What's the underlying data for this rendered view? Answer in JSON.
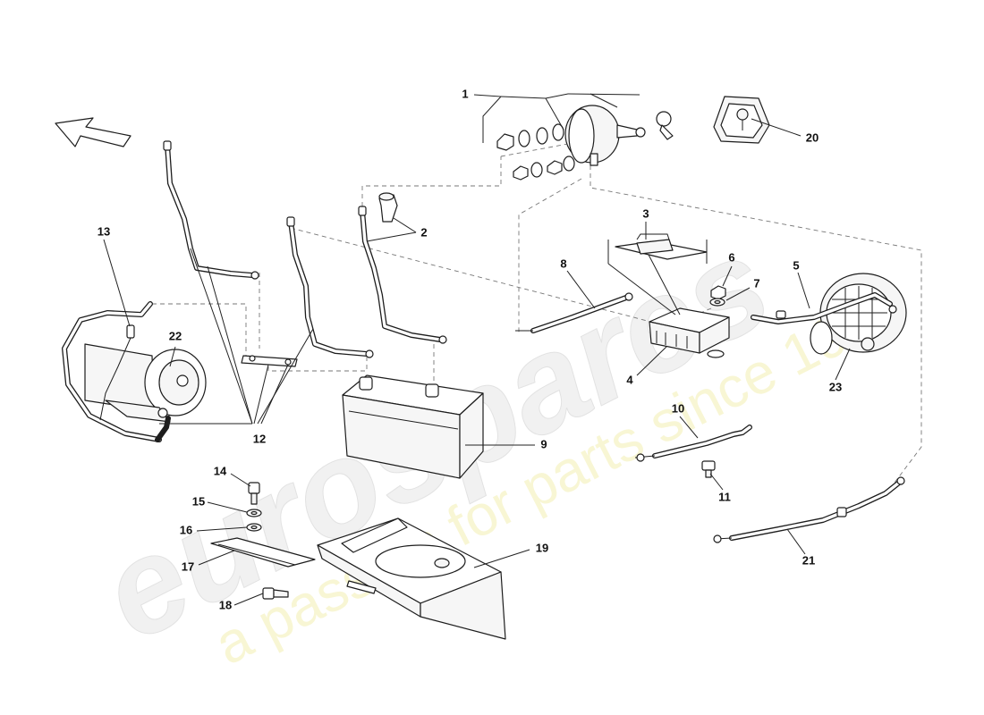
{
  "watermark": {
    "brand": "eurospares",
    "tagline": "a passion for parts since 1985"
  },
  "callouts": [
    {
      "id": "1",
      "text": "1"
    },
    {
      "id": "2",
      "text": "2"
    },
    {
      "id": "3",
      "text": "3"
    },
    {
      "id": "4",
      "text": "4"
    },
    {
      "id": "5",
      "text": "5"
    },
    {
      "id": "6",
      "text": "6"
    },
    {
      "id": "7",
      "text": "7"
    },
    {
      "id": "8",
      "text": "8"
    },
    {
      "id": "9",
      "text": "9"
    },
    {
      "id": "10",
      "text": "10"
    },
    {
      "id": "11",
      "text": "11"
    },
    {
      "id": "12",
      "text": "12"
    },
    {
      "id": "13",
      "text": "13"
    },
    {
      "id": "14",
      "text": "14"
    },
    {
      "id": "15",
      "text": "15"
    },
    {
      "id": "16",
      "text": "16"
    },
    {
      "id": "17",
      "text": "17"
    },
    {
      "id": "18",
      "text": "18"
    },
    {
      "id": "19",
      "text": "19"
    },
    {
      "id": "20",
      "text": "20"
    },
    {
      "id": "21",
      "text": "21"
    },
    {
      "id": "22",
      "text": "22"
    },
    {
      "id": "23",
      "text": "23"
    }
  ],
  "icons": {
    "direction": "direction-arrow-icon"
  }
}
